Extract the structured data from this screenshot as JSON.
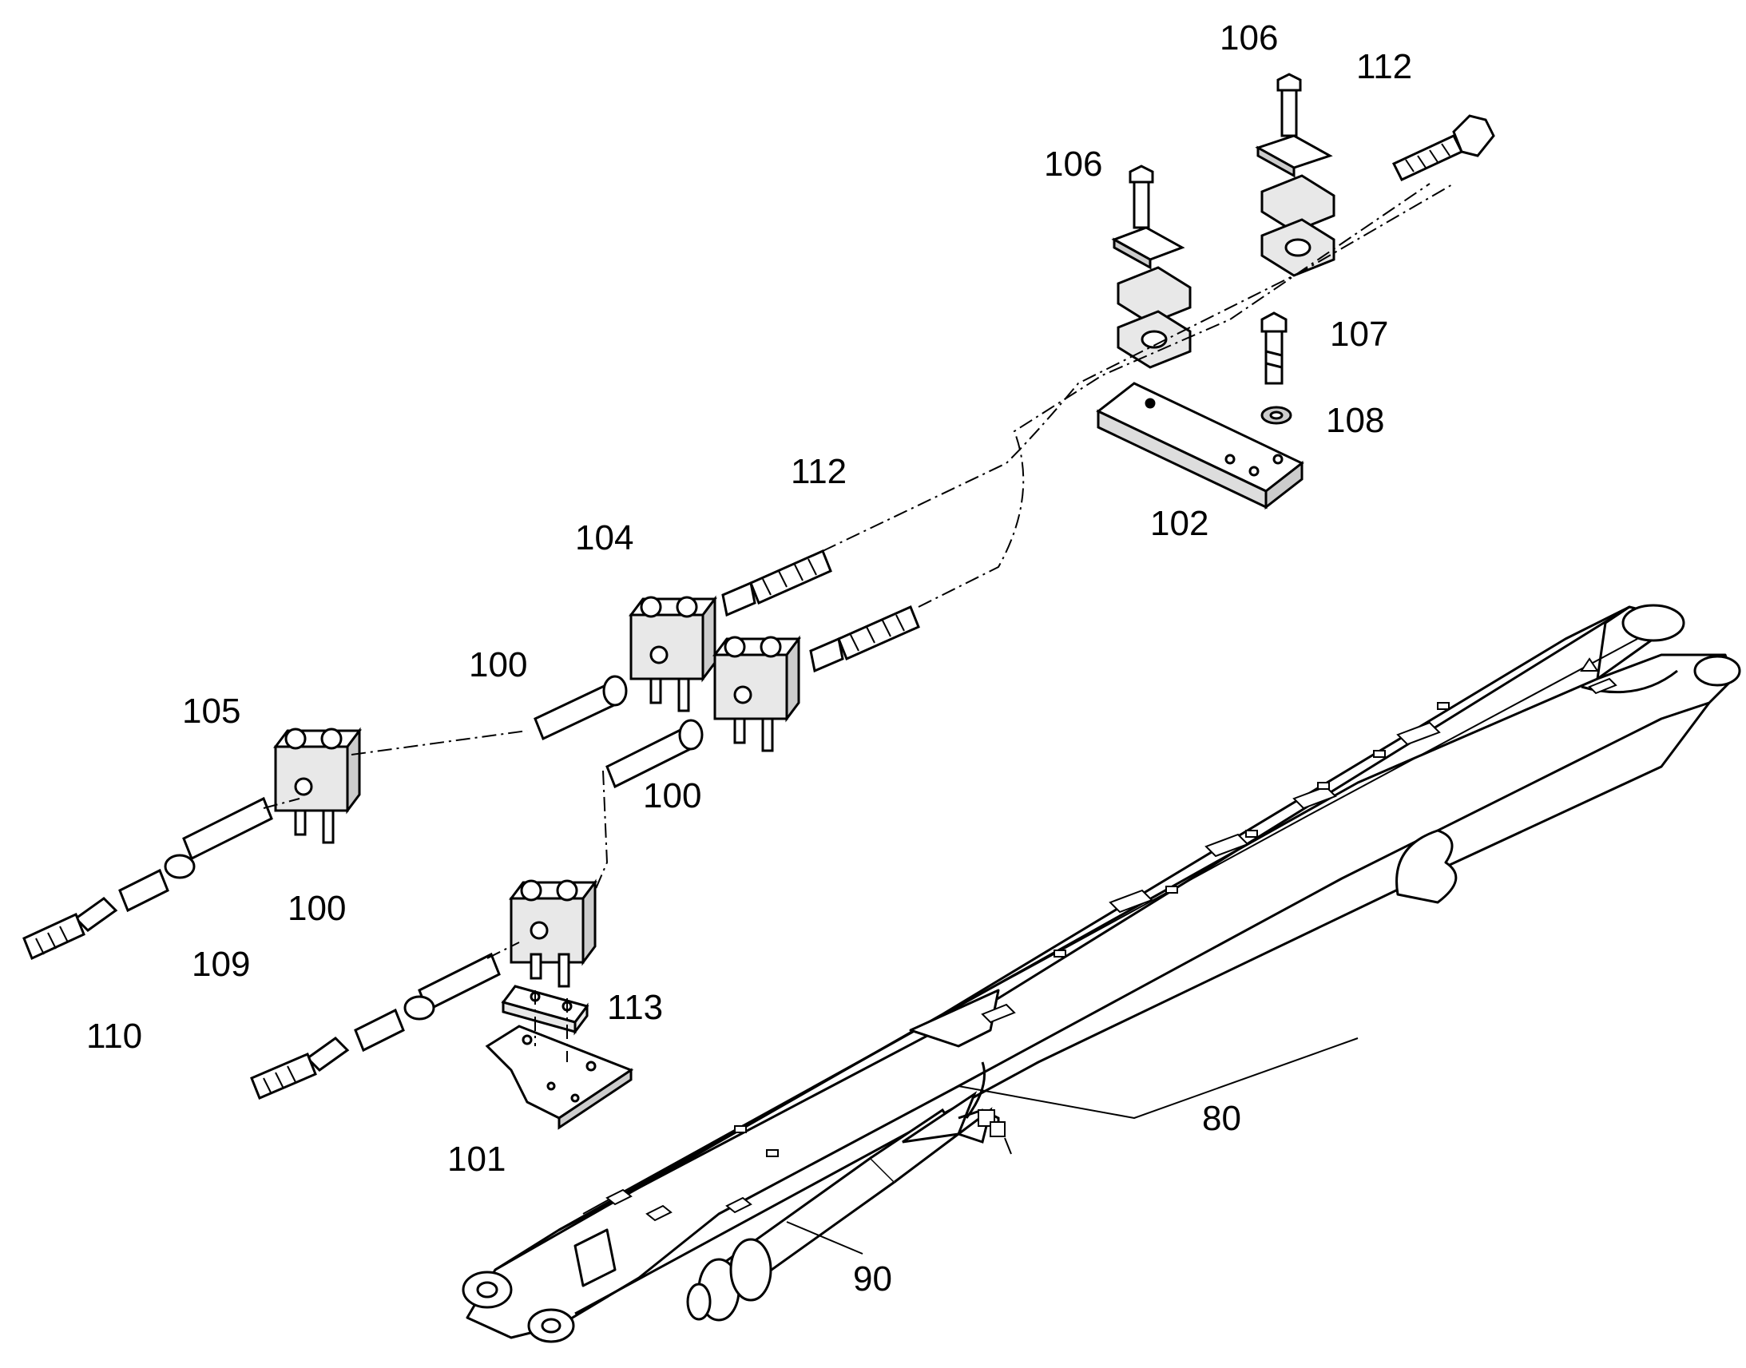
{
  "diagram": {
    "type": "exploded-parts-view",
    "subject": "arm with hydraulic line clamps",
    "line_color": "#000000",
    "fill_color": "#ffffff",
    "part_fill": "#e8e8e8",
    "callouts": [
      "106",
      "112",
      "106",
      "107",
      "108",
      "102",
      "112",
      "104",
      "100",
      "105",
      "100",
      "100",
      "109",
      "113",
      "110",
      "101",
      "80",
      "90"
    ]
  }
}
